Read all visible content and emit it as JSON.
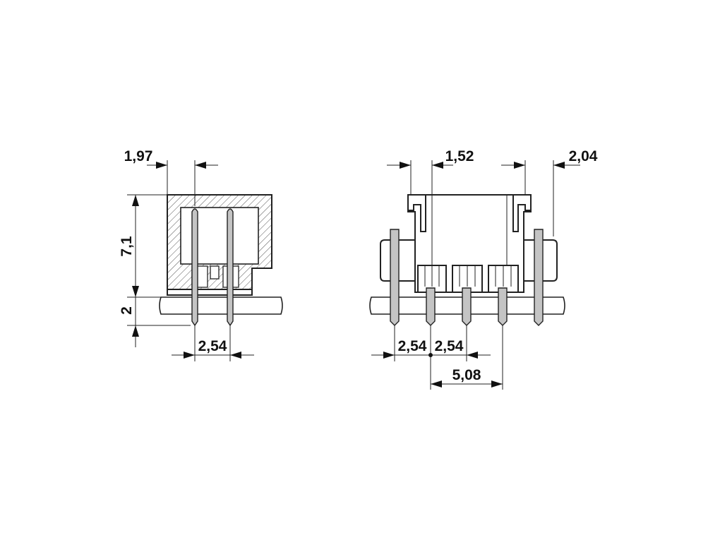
{
  "side_view": {
    "dim_top": "1,97",
    "dim_height": "7,1",
    "dim_below": "2",
    "dim_pitch": "2,54"
  },
  "front_view": {
    "dim_top_center": "1,52",
    "dim_top_right": "2,04",
    "dim_pitch_left": "2,54",
    "dim_pitch_right": "2,54",
    "dim_span": "5,08"
  },
  "colors": {
    "line": "#222222",
    "pin_fill": "#c4c4c4",
    "hatch": "#555555"
  }
}
